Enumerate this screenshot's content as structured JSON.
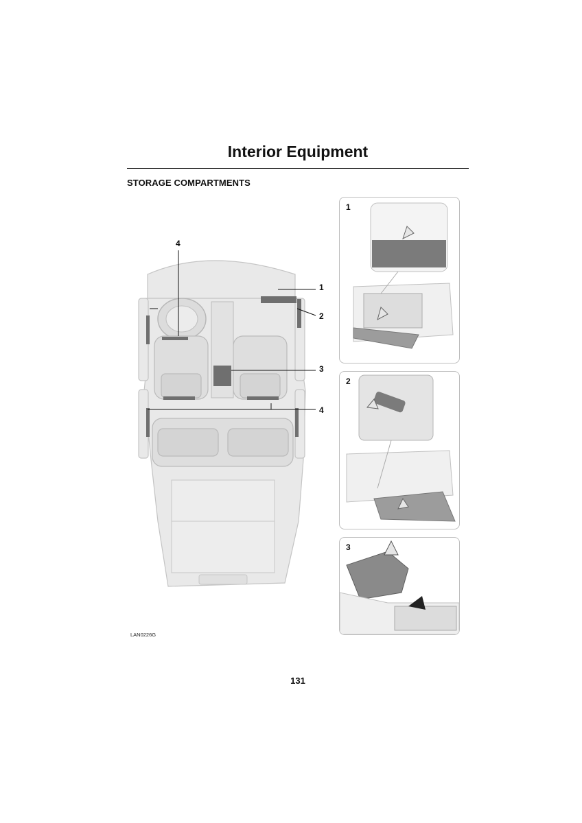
{
  "header": {
    "title": "Interior Equipment"
  },
  "section": {
    "heading": "STORAGE COMPARTMENTS"
  },
  "figure": {
    "callouts": {
      "a": "1",
      "b": "2",
      "c": "3",
      "d": "4",
      "e": "4"
    },
    "panels": [
      {
        "number": "1"
      },
      {
        "number": "2"
      },
      {
        "number": "3"
      }
    ],
    "code": "LAN0226G"
  },
  "footer": {
    "page_number": "131"
  },
  "colors": {
    "ink": "#111111",
    "line": "#bdbdbd",
    "fill_light": "#e6e6e6",
    "fill_mid": "#cfcfcf",
    "highlight": "#6f6f6f"
  }
}
